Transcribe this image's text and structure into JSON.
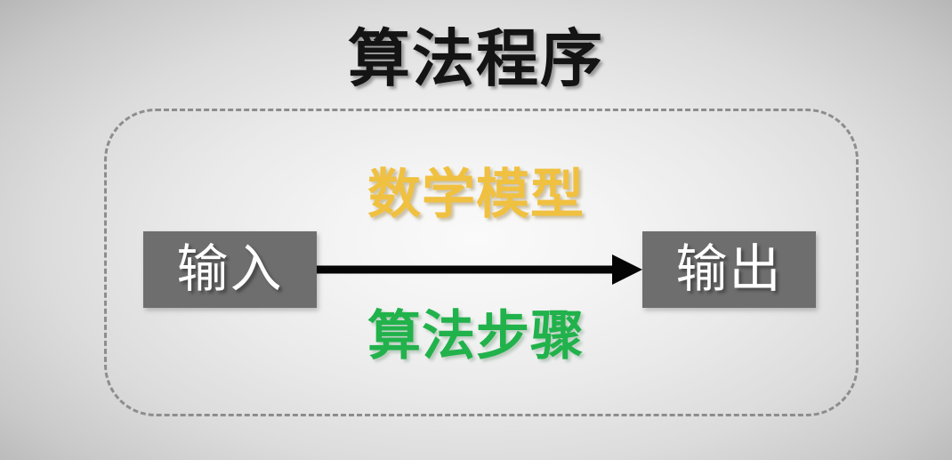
{
  "diagram": {
    "title": "算法程序",
    "annotation_top": "数学模型",
    "annotation_bottom": "算法步骤",
    "nodes": {
      "input": "输入",
      "output": "输出"
    },
    "connector": {
      "name": "arrow-input-to-output",
      "direction": "left-to-right"
    },
    "colors": {
      "title": "#141414",
      "annotation_top": "#f0c040",
      "annotation_bottom": "#21b24b",
      "node_fill": "#6e6e6e",
      "node_text": "#ffffff",
      "arrow": "#000000",
      "dashed_border": "#8d8d8d",
      "background_center": "#fafafa",
      "background_edge": "#aaaaaa"
    }
  }
}
